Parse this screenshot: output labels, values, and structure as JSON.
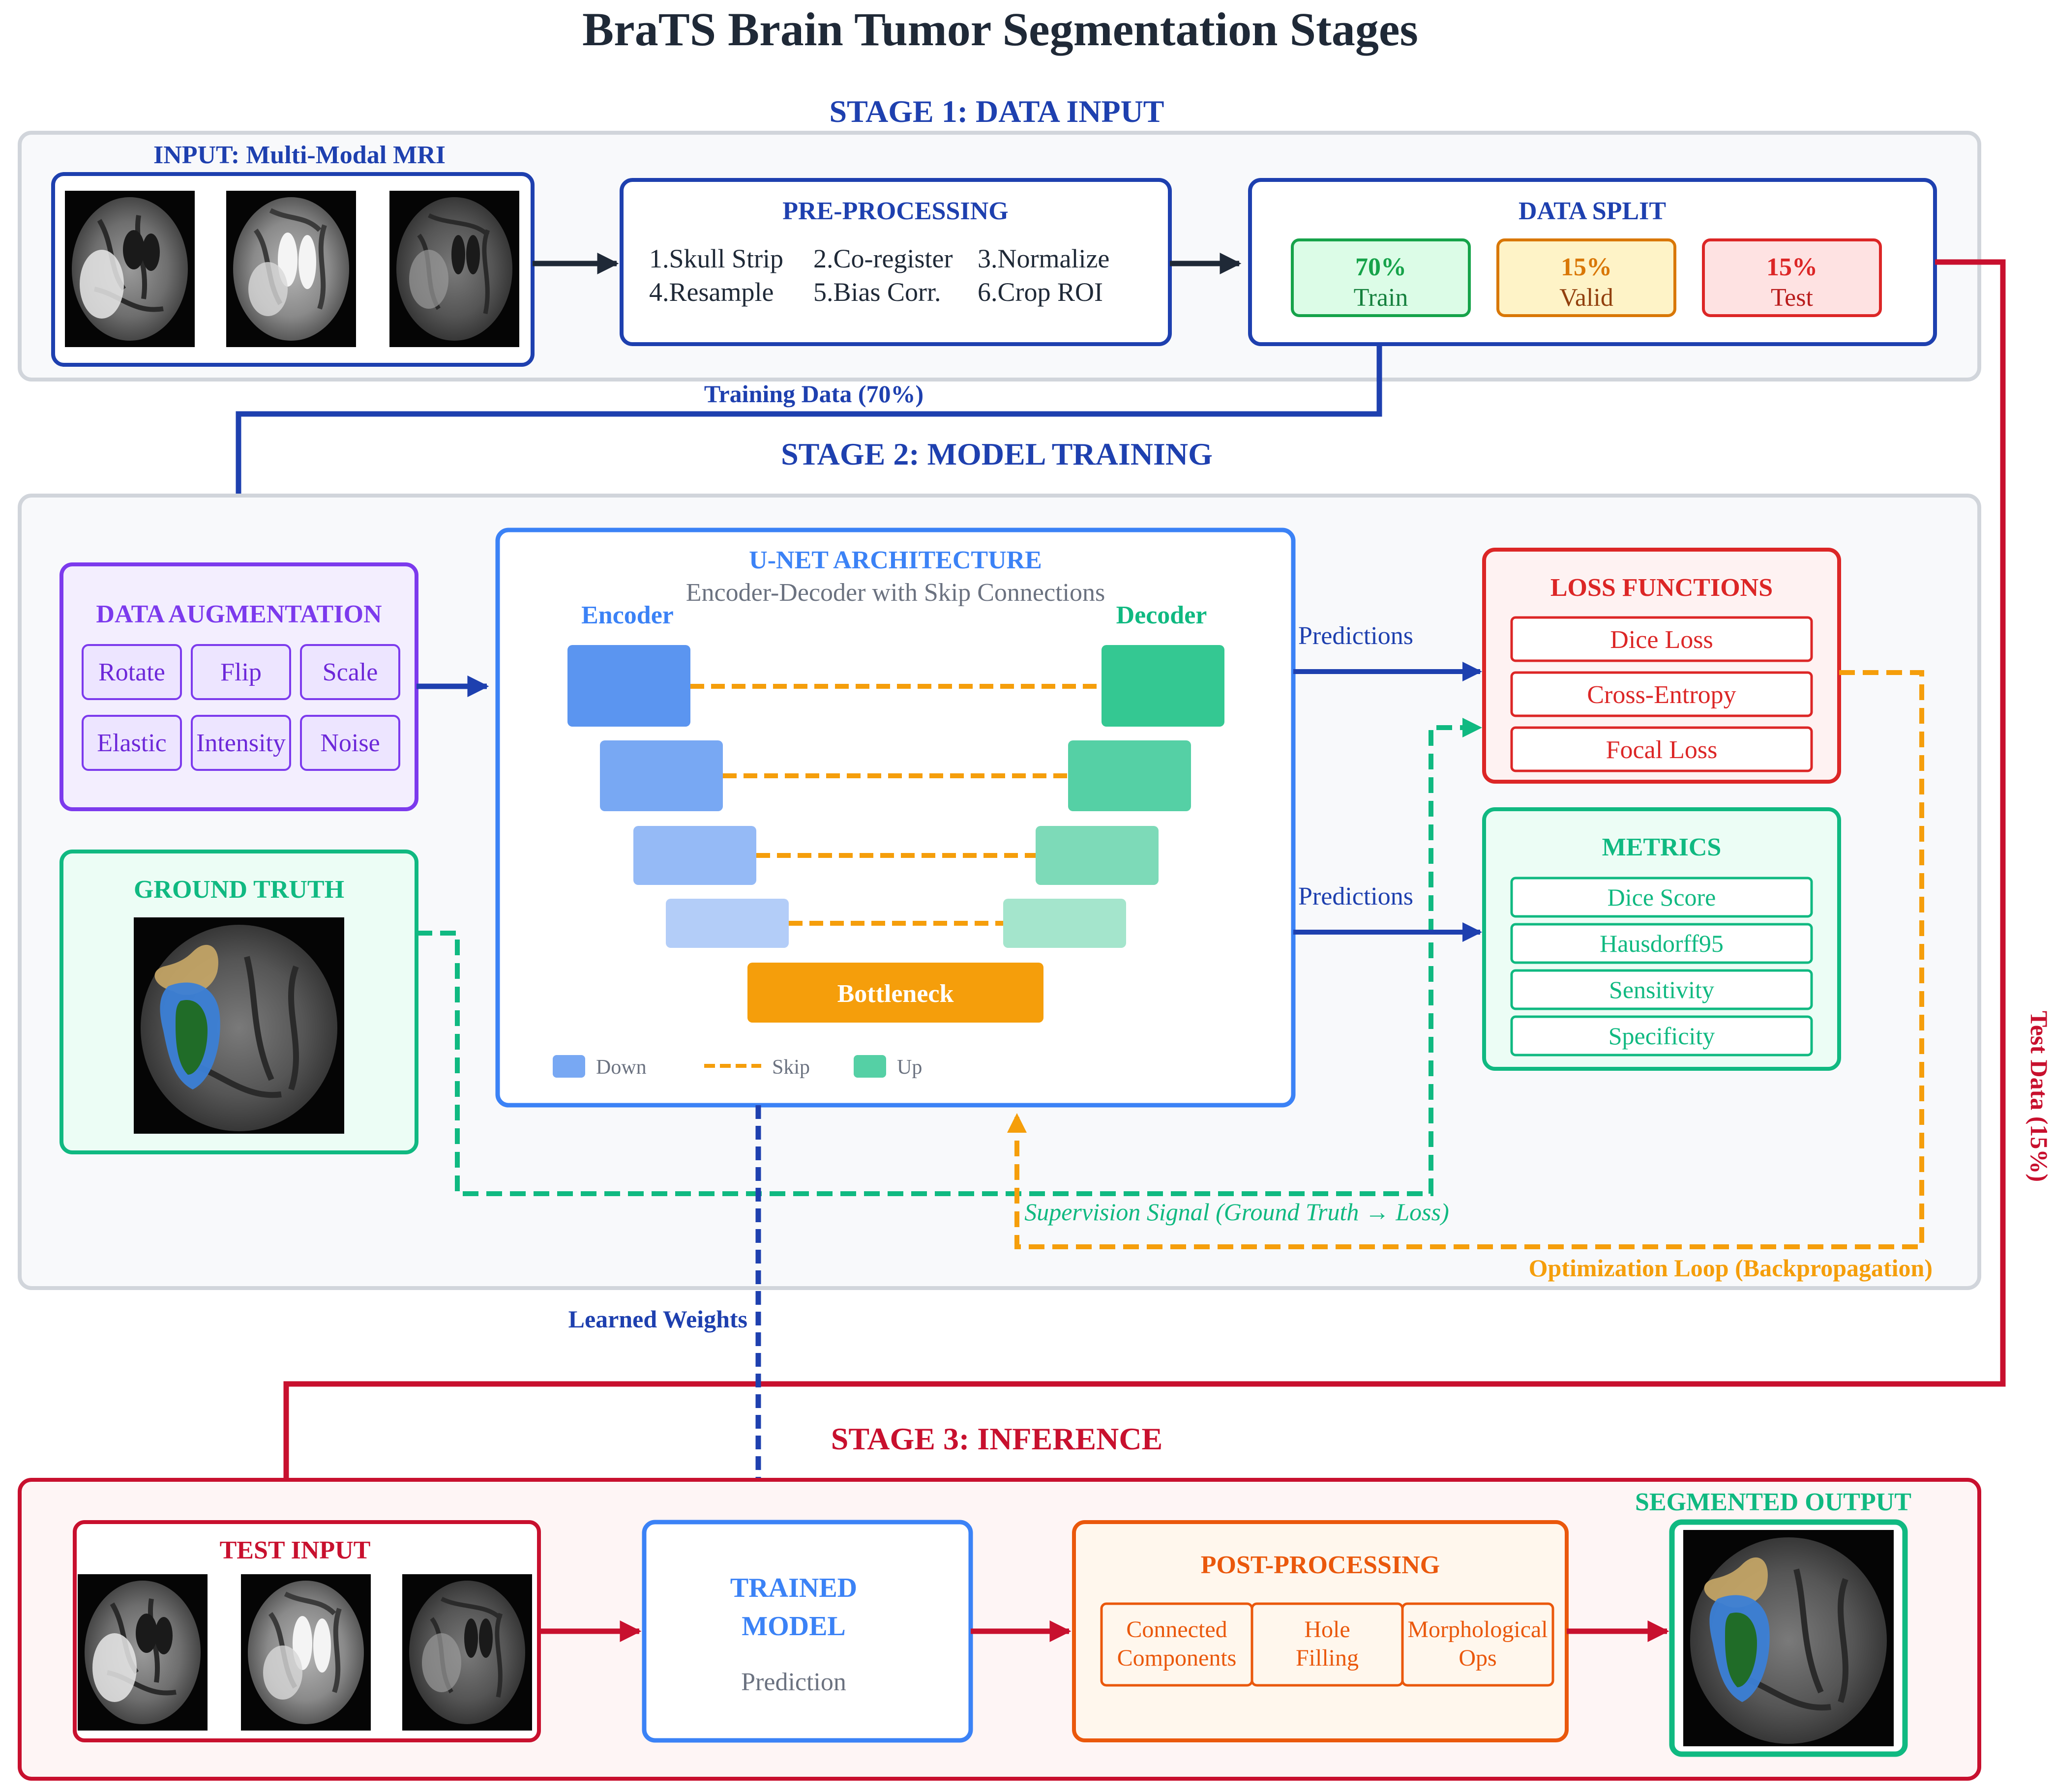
{
  "title": "BraTS Brain Tumor Segmentation Stages",
  "colors": {
    "navy": "#1e3a8a",
    "dark_arrow": "#1f2937",
    "blue": "#3b82f6",
    "purple": "#7c3aed",
    "green": "#10b981",
    "red": "#c8102e",
    "loss_red": "#dc2626",
    "orange": "#f59e0b",
    "post_orange": "#ea580c",
    "gray": "#6b7280"
  },
  "stage1": {
    "title": "STAGE 1: DATA INPUT",
    "input": {
      "title": "INPUT: Multi-Modal MRI"
    },
    "preprocessing": {
      "title": "PRE-PROCESSING",
      "steps": [
        "1.Skull Strip",
        "2.Co-register",
        "3.Normalize",
        "4.Resample",
        "5.Bias Corr.",
        "6.Crop ROI"
      ]
    },
    "data_split": {
      "title": "DATA SPLIT",
      "splits": [
        {
          "percent": "70%",
          "label": "Train"
        },
        {
          "percent": "15%",
          "label": "Valid"
        },
        {
          "percent": "15%",
          "label": "Test"
        }
      ]
    }
  },
  "training_data_label": "Training Data (70%)",
  "test_data_label": "Test Data (15%)",
  "stage2": {
    "title": "STAGE 2: MODEL TRAINING",
    "augmentation": {
      "title": "DATA AUGMENTATION",
      "items": [
        "Rotate",
        "Flip",
        "Scale",
        "Elastic",
        "Intensity",
        "Noise"
      ]
    },
    "ground_truth": {
      "title": "GROUND TRUTH"
    },
    "unet": {
      "title": "U-NET ARCHITECTURE",
      "subtitle": "Encoder-Decoder with Skip Connections",
      "encoder": "Encoder",
      "decoder": "Decoder",
      "bottleneck": "Bottleneck",
      "legend": [
        "Down",
        "Skip",
        "Up"
      ]
    },
    "predictions_label": "Predictions",
    "loss": {
      "title": "LOSS FUNCTIONS",
      "items": [
        "Dice Loss",
        "Cross-Entropy",
        "Focal Loss"
      ]
    },
    "metrics": {
      "title": "METRICS",
      "items": [
        "Dice Score",
        "Hausdorff95",
        "Sensitivity",
        "Specificity"
      ]
    },
    "supervision_label": "Supervision Signal (Ground Truth → Loss)",
    "optimization_label": "Optimization Loop (Backpropagation)"
  },
  "learned_weights_label": "Learned Weights",
  "stage3": {
    "title": "STAGE 3: INFERENCE",
    "test_input": {
      "title": "TEST INPUT"
    },
    "trained_model": {
      "title_line1": "TRAINED",
      "title_line2": "MODEL",
      "subtitle": "Prediction"
    },
    "post_processing": {
      "title": "POST-PROCESSING",
      "items": [
        {
          "line1": "Connected",
          "line2": "Components"
        },
        {
          "line1": "Hole",
          "line2": "Filling"
        },
        {
          "line1": "Morphological",
          "line2": "Ops"
        }
      ]
    },
    "segmented_output": {
      "title": "SEGMENTED OUTPUT"
    }
  }
}
